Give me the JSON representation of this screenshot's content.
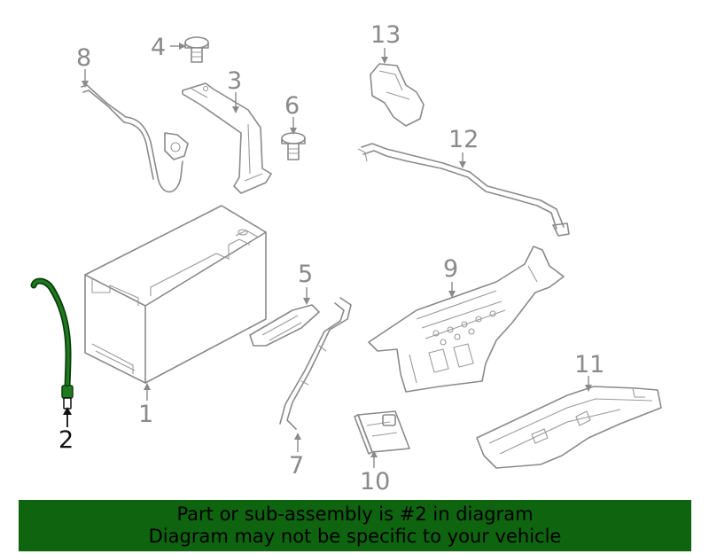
{
  "callouts": {
    "c1": "1",
    "c2": "2",
    "c3": "3",
    "c4": "4",
    "c5": "5",
    "c6": "6",
    "c7": "7",
    "c8": "8",
    "c9": "9",
    "c10": "10",
    "c11": "11",
    "c12": "12",
    "c13": "13"
  },
  "highlighted_part": "2",
  "colors": {
    "highlight_stroke": "#0f6410",
    "banner_bg": "#0f6410",
    "line_gray": "#8a8a8a"
  },
  "banner": {
    "line1": "Part or sub-assembly is #2 in diagram",
    "line2": "Diagram may not be specific to your vehicle"
  }
}
